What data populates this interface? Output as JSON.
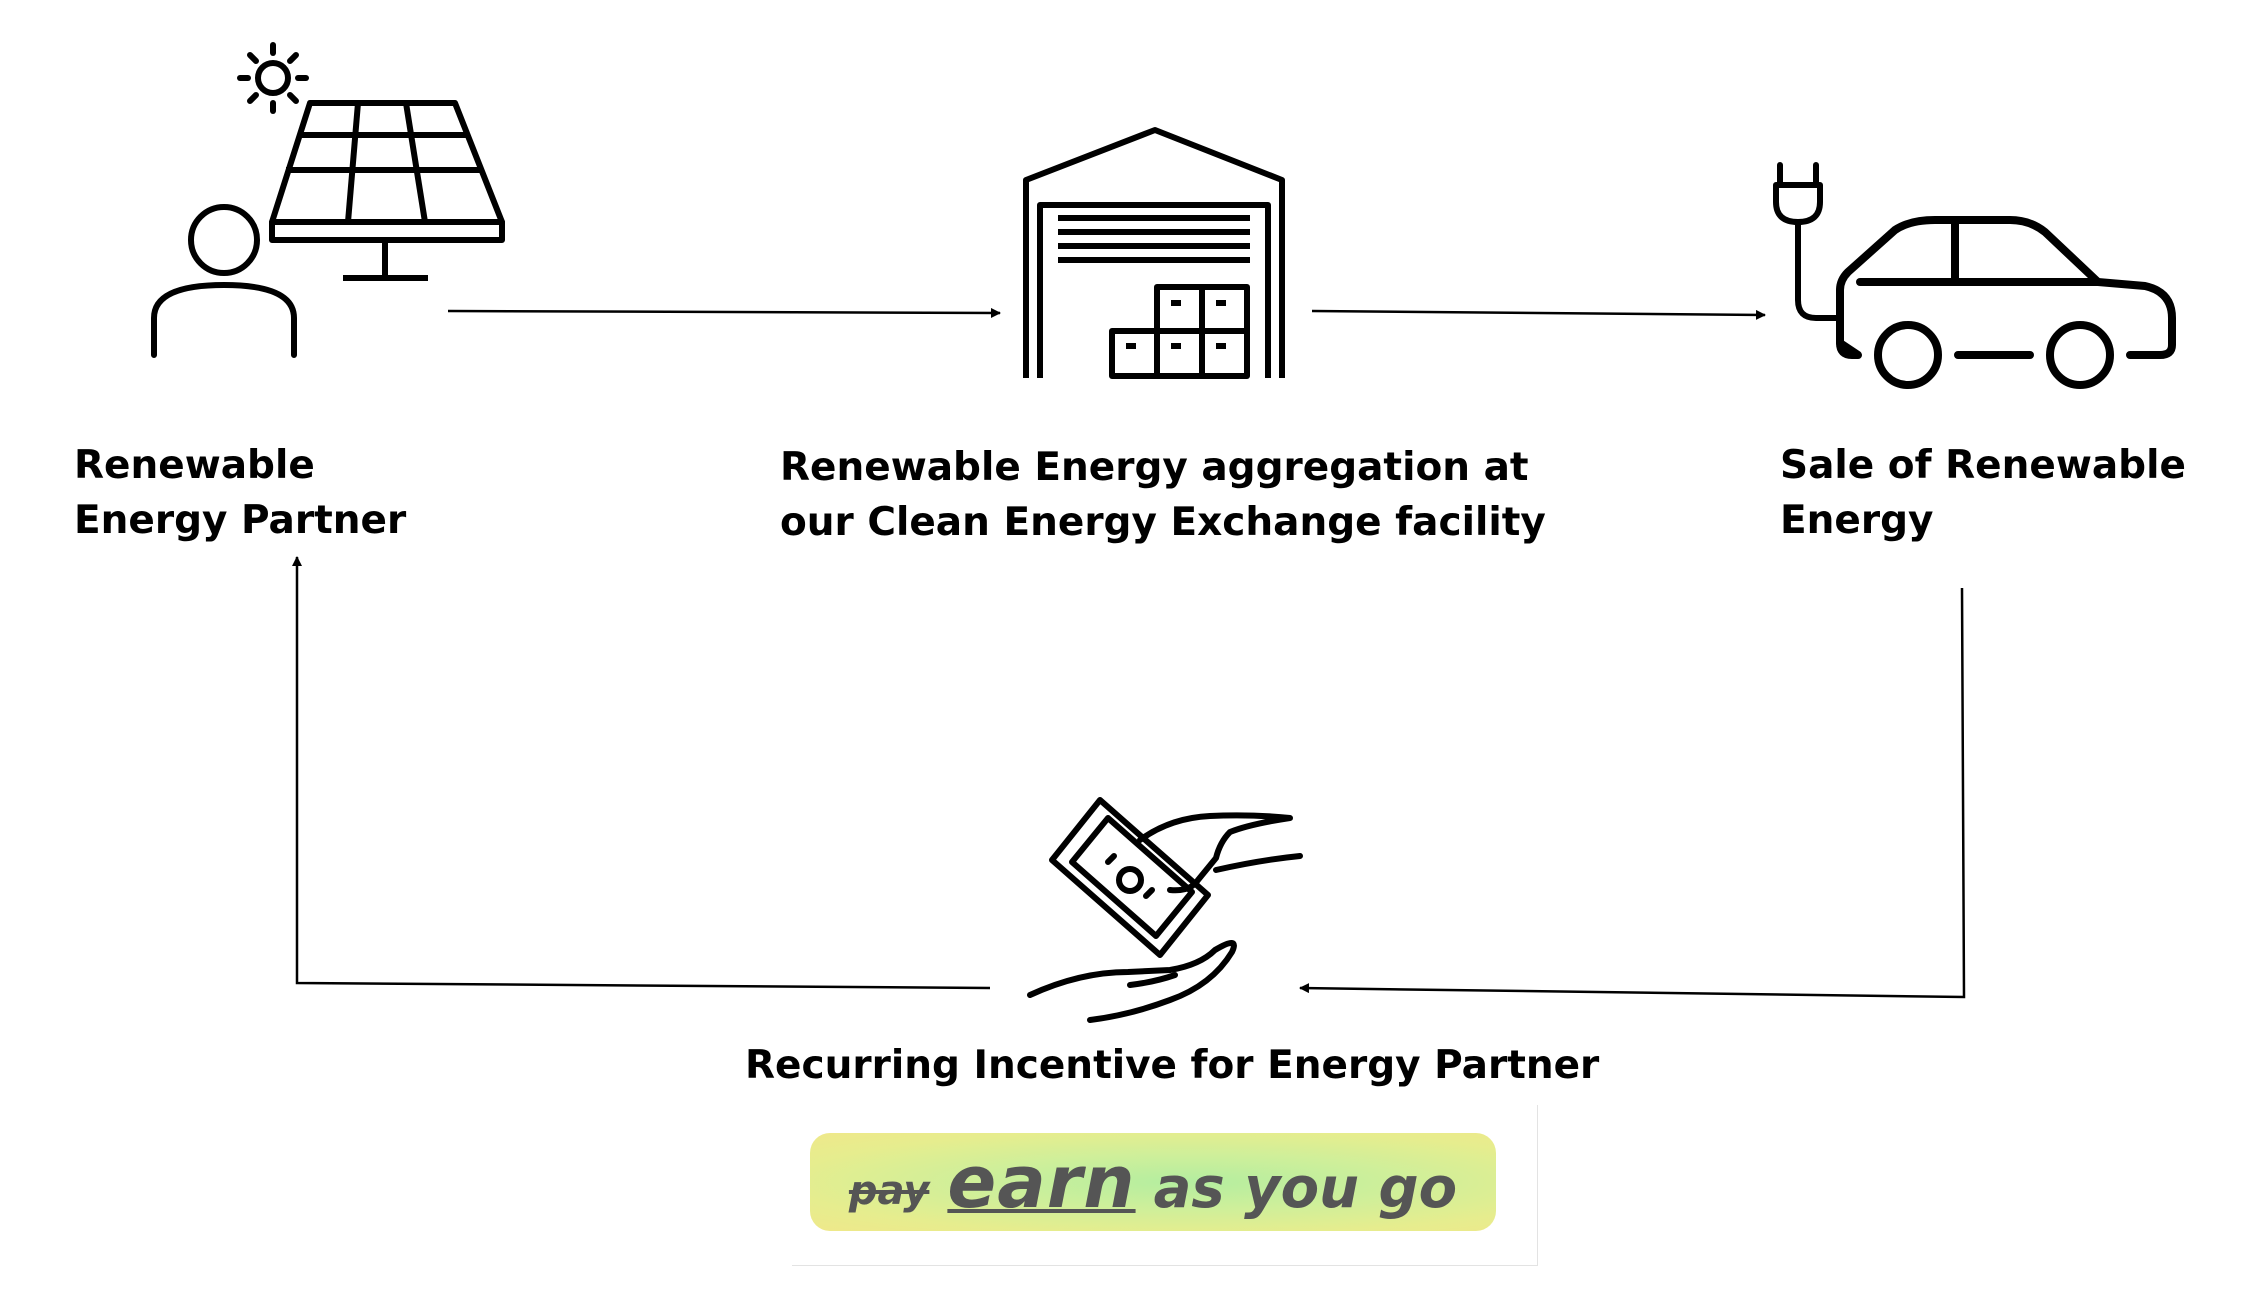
{
  "nodes": {
    "partner": {
      "line1": "Renewable",
      "line2": "Energy Partner"
    },
    "facility": {
      "line1": "Renewable Energy aggregation at",
      "line2": "our Clean Energy Exchange facility"
    },
    "sale": {
      "line1": "Sale of Renewable",
      "line2": "Energy"
    },
    "incentive": {
      "label": "Recurring Incentive for Energy Partner"
    }
  },
  "slogan": {
    "struck": "pay",
    "emphasis": "earn",
    "rest": "as you go"
  },
  "icons": [
    "sun-icon",
    "solar-panel-icon",
    "person-icon",
    "warehouse-icon",
    "ev-plug-icon",
    "car-icon",
    "money-hand-icon"
  ],
  "colors": {
    "stroke": "#000000",
    "slogan_text": "#555555",
    "slogan_badge": "#c8ef9c"
  }
}
